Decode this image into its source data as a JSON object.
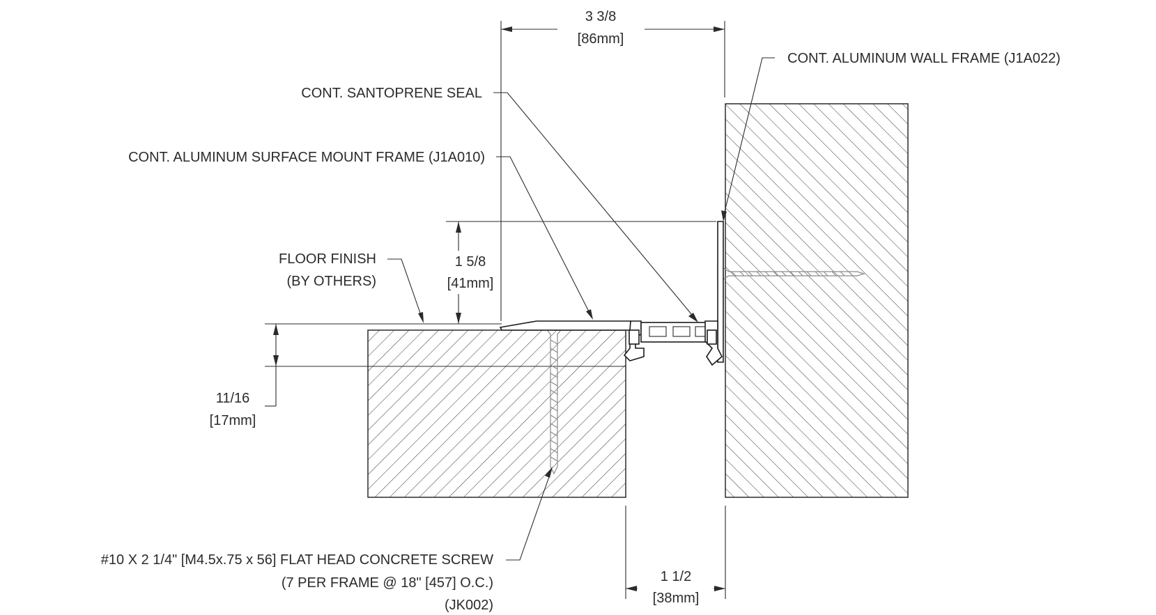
{
  "dimensions": {
    "top_width": {
      "fraction": "3 3/8",
      "metric": "[86mm]"
    },
    "height": {
      "fraction": "1 5/8",
      "metric": "[41mm]"
    },
    "slab_step": {
      "fraction": "11/16",
      "metric": "[17mm]"
    },
    "gap": {
      "fraction": "1 1/2",
      "metric": "[38mm]"
    }
  },
  "callouts": {
    "wall_frame": "CONT. ALUMINUM WALL FRAME (J1A022)",
    "seal": "CONT. SANTOPRENE SEAL",
    "surface_frame": "CONT. ALUMINUM SURFACE MOUNT FRAME (J1A010)",
    "floor_finish_line1": "FLOOR FINISH",
    "floor_finish_line2": "(BY OTHERS)",
    "screw_line1": "#10 X 2 1/4\" [M4.5x.75 x 56] FLAT HEAD CONCRETE SCREW",
    "screw_line2": "(7 PER FRAME @ 18\" [457] O.C.)",
    "screw_line3": "(JK002)"
  }
}
